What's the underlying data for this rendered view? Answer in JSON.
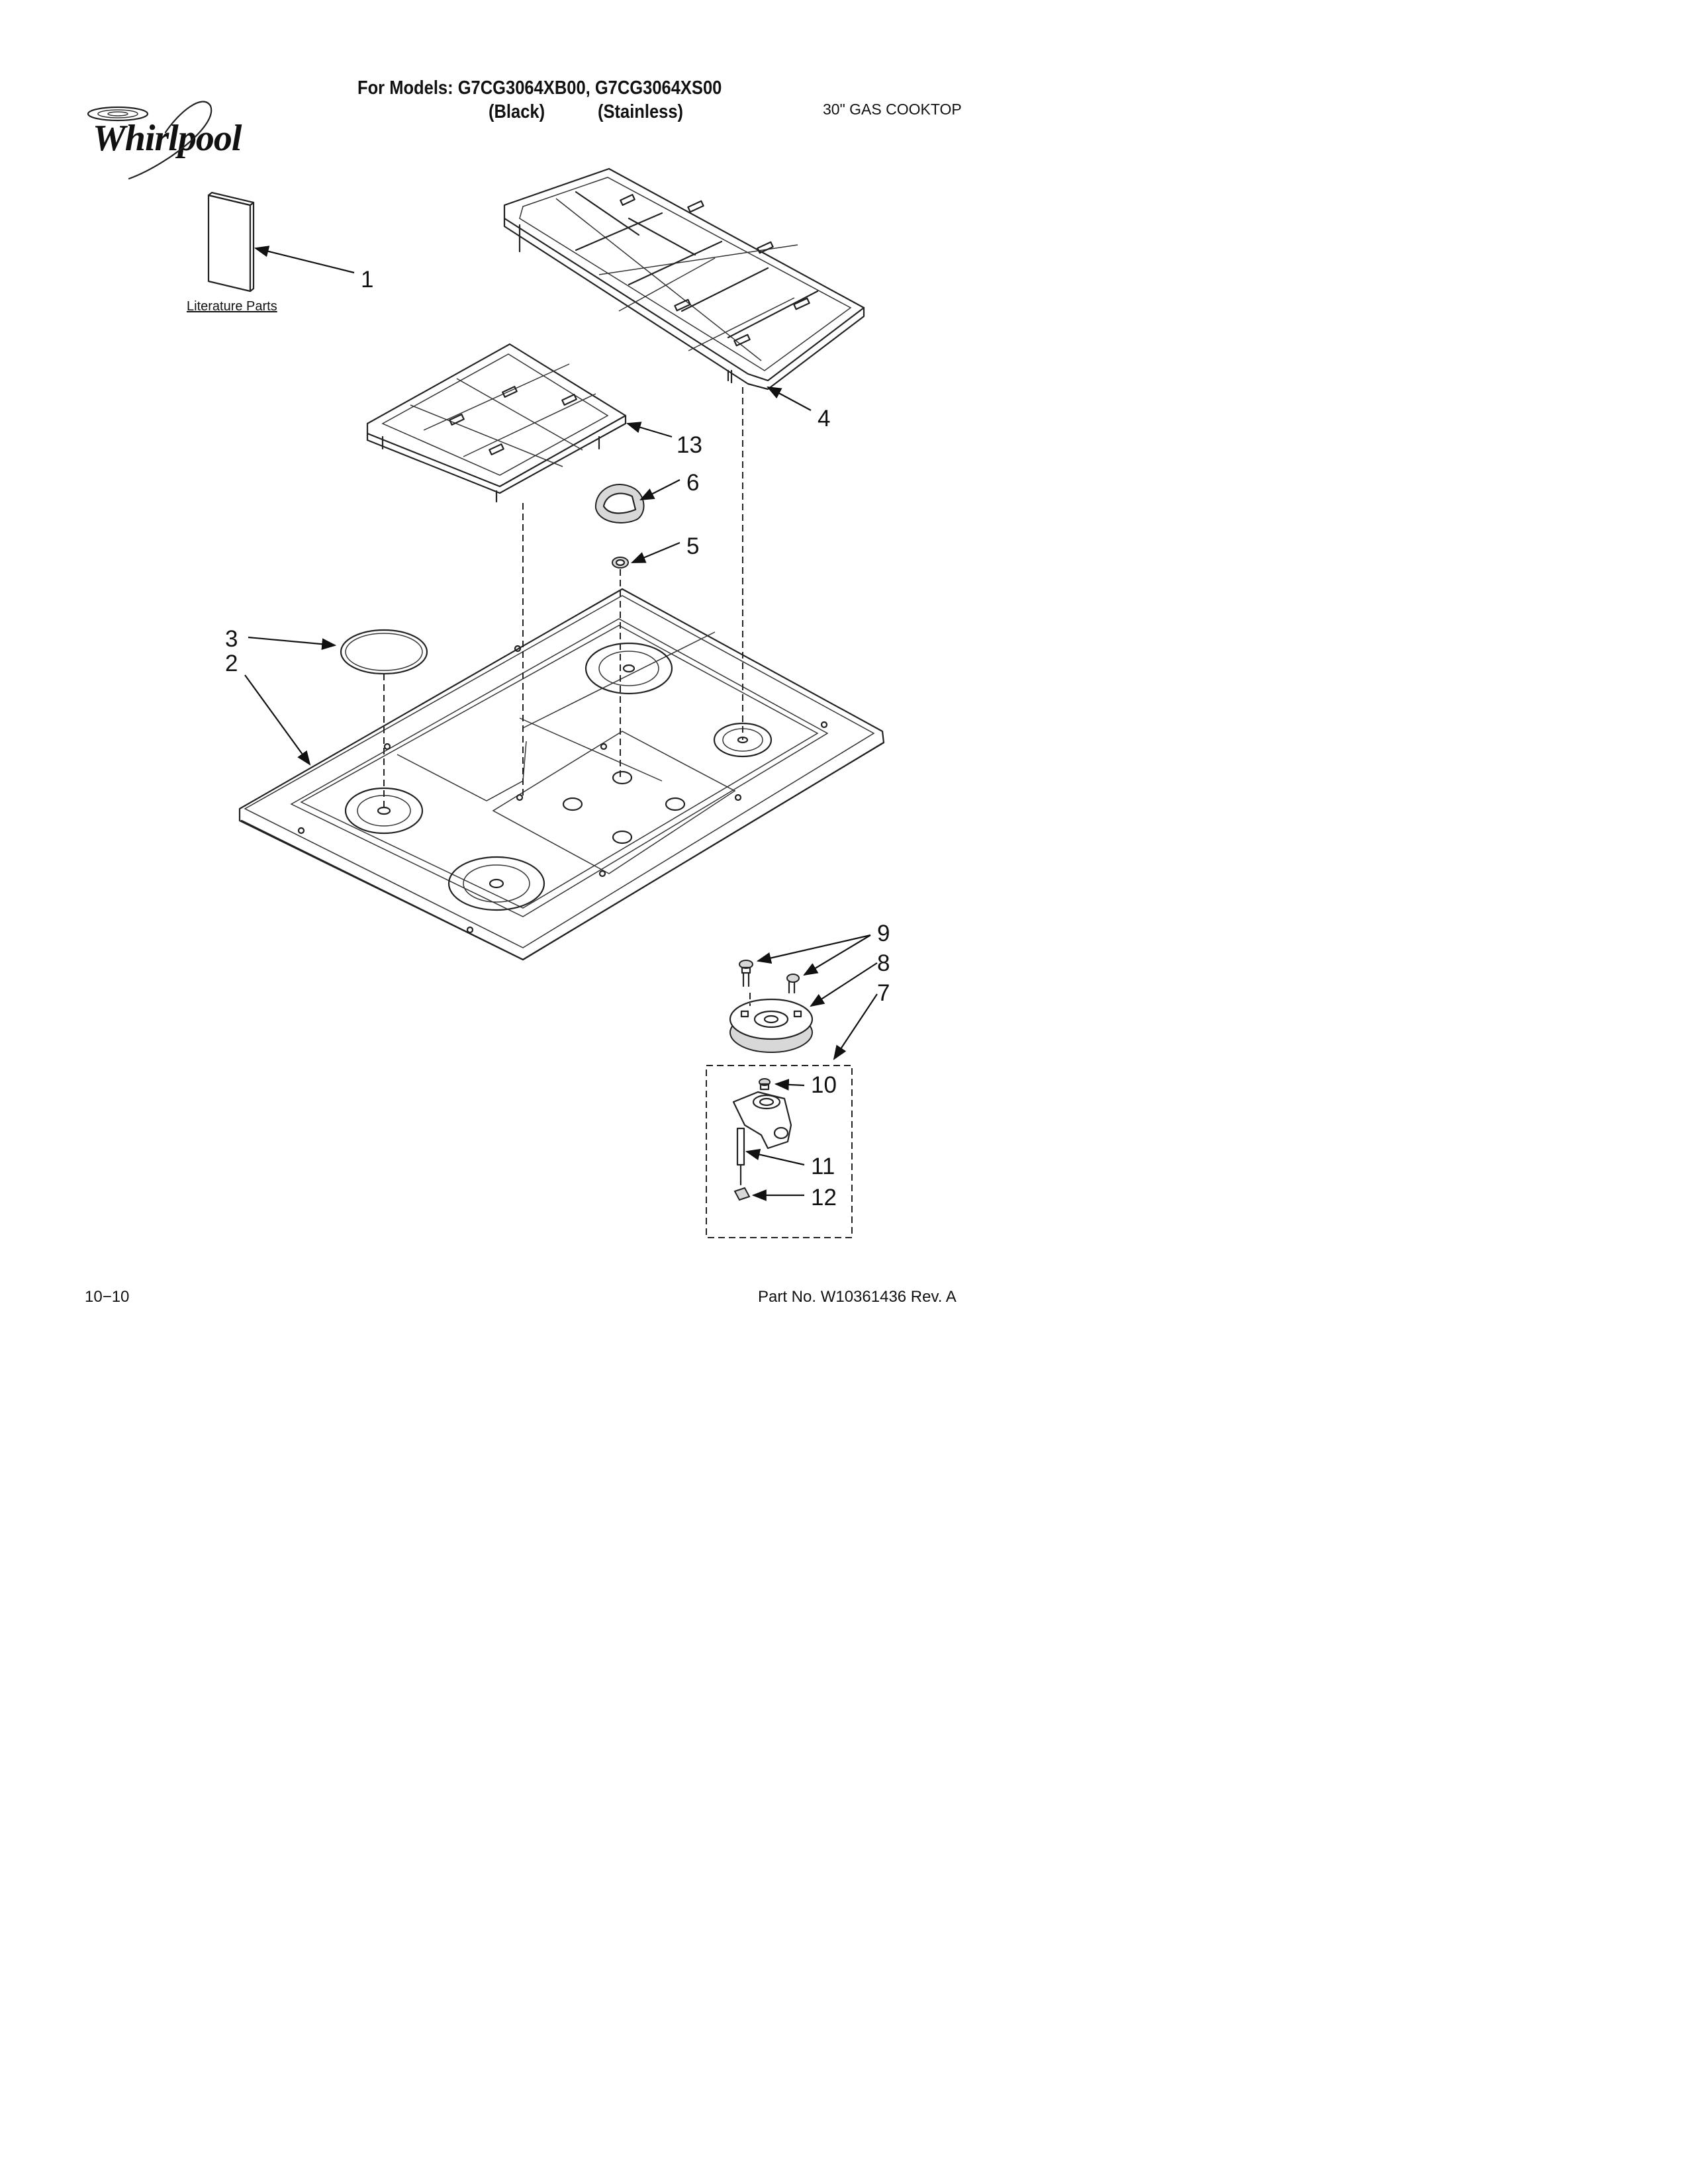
{
  "header": {
    "title": "For Models: G7CG3064XB00, G7CG3064XS00",
    "black_label": "(Black)",
    "stainless_label": "(Stainless)",
    "product_type": "30\" GAS COOKTOP"
  },
  "brand": {
    "logo_text": "Whirlpool"
  },
  "literature": {
    "label": "Literature Parts"
  },
  "callouts": [
    "1",
    "2",
    "3",
    "4",
    "5",
    "6",
    "7",
    "8",
    "9",
    "10",
    "11",
    "12",
    "13"
  ],
  "footer": {
    "date": "10−10",
    "part_number": "Part No. W10361436 Rev. A"
  }
}
